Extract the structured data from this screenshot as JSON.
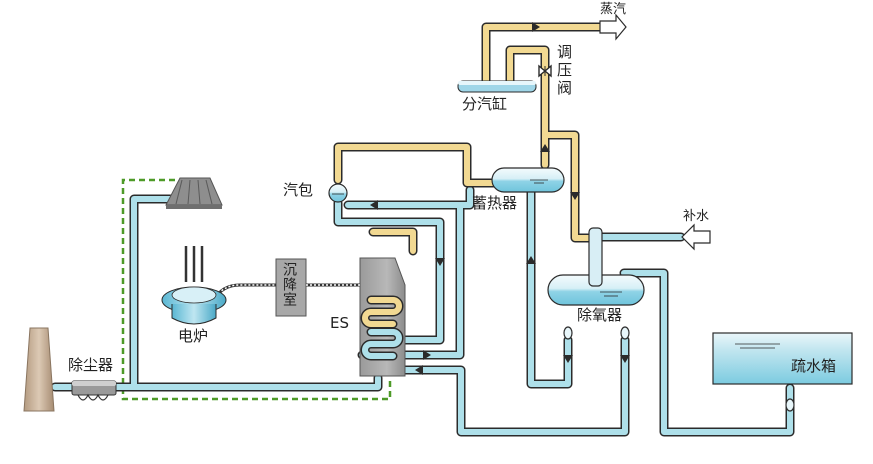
{
  "labels": {
    "steam_out": "蒸汽",
    "regulating_valve": "调压阀",
    "steam_header": "分汽缸",
    "steam_drum": "汽包",
    "accumulator": "蓄热器",
    "settling_chamber": "沉降室",
    "electric_furnace": "电炉",
    "es": "ES",
    "makeup_water": "补水",
    "deaerator": "除氧器",
    "dust_collector": "除尘器",
    "drain_tank": "疏水箱"
  },
  "colors": {
    "water_pipe": "#aee0ea",
    "steam_pipe": "#f2d992",
    "pipe_outline": "#2b2b2b",
    "vessel_fill": "#8fd3e6",
    "flue_dash": "#4e9a28",
    "equipment_gray": "#8a8a8a",
    "chimney": "#c8b39c"
  }
}
